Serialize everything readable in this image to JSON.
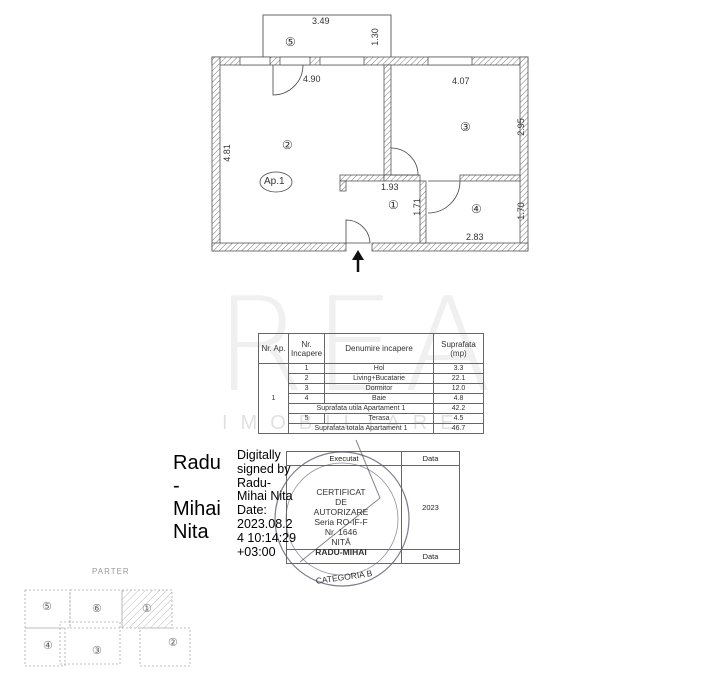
{
  "plan": {
    "apartment_label": "Ap.1",
    "dimensions": {
      "terrace_w": "3.49",
      "terrace_h": "1.30",
      "living_w": "4.90",
      "living_h": "4.81",
      "bedroom_w": "4.07",
      "bedroom_h": "2.95",
      "hall_w": "1.93",
      "hall_h": "1.71",
      "bath_h": "1.70",
      "bath_w": "2.83"
    },
    "room_markers": [
      "①",
      "②",
      "③",
      "④",
      "⑤"
    ]
  },
  "watermark": {
    "logo": "REA",
    "sub": "IMOBILIARE"
  },
  "rooms_table": {
    "headers": [
      "Nr. Ap.",
      "Nr. Incapere",
      "Denumire incapere",
      "Suprafata (mp)"
    ],
    "apartment_nr": "1",
    "rows": [
      {
        "nr": "1",
        "name": "Hol",
        "area": "3.3"
      },
      {
        "nr": "2",
        "name": "Living+Bucatarie",
        "area": "22.1"
      },
      {
        "nr": "3",
        "name": "Dormitor",
        "area": "12.0"
      },
      {
        "nr": "4",
        "name": "Baie",
        "area": "4.8"
      }
    ],
    "util_label": "Suprafata utila Apartament 1",
    "util_area": "42.2",
    "terrace_nr": "5",
    "terrace_name": "Terasa",
    "terrace_area": "4.5",
    "total_label": "Suprafata totala Apartament 1",
    "total_area": "46.7"
  },
  "signature_table": {
    "executat": "Executat",
    "data_label_1": "Data",
    "year": "2023",
    "data_label_2": "Data"
  },
  "digital_signature": {
    "name_lines": [
      "Radu",
      "-",
      "Mihai",
      "Nita"
    ],
    "details_lines": [
      "Digitally",
      "signed by",
      "Radu-",
      "Mihai Nita",
      "Date:",
      "2023.08.2",
      "4 10:14:29",
      "+03:00"
    ]
  },
  "stamp": {
    "lines": [
      "CERTIFICAT",
      "DE",
      "AUTORIZARE",
      "Seria RO-IF-F",
      "Nr. 1646",
      "NITĂ",
      "RADU-MIHAI"
    ],
    "category": "CATEGORIA B"
  },
  "key_plan": {
    "title": "PARTER",
    "numbers": [
      "⑤",
      "⑥",
      "①",
      "④",
      "③",
      "②"
    ]
  }
}
